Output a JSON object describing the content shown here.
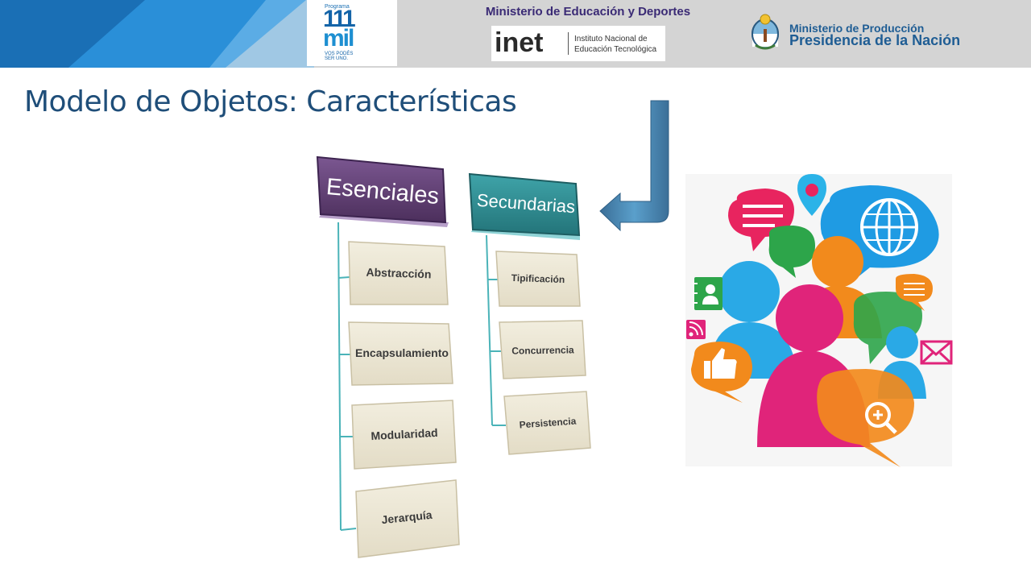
{
  "header": {
    "logo_programa": "Programa",
    "logo_number": "111",
    "logo_word": "mil",
    "logo_tagline_1": "VOS PODÉS",
    "logo_tagline_2": "SER UNO.",
    "ministerio_educacion": "Ministerio de Educación y Deportes",
    "inet_wordmark": "inet",
    "inet_line_1": "Instituto Nacional de",
    "inet_line_2": "Educación Tecnológica",
    "produccion_line_1": "Ministerio de Producción",
    "produccion_line_2": "Presidencia de la Nación"
  },
  "slide": {
    "title": "Modelo de Objetos: Características"
  },
  "diagram": {
    "esenciales": {
      "heading": "Esenciales",
      "items": [
        "Abstracción",
        "Encapsulamiento",
        "Modularidad",
        "Jerarquía"
      ]
    },
    "secundarias": {
      "heading": "Secundarias",
      "items": [
        "Tipificación",
        "Concurrencia",
        "Persistencia"
      ]
    }
  },
  "colors": {
    "esenciales_header": "#5f3d6f",
    "secundarias_header": "#2f8a8f",
    "card_fill": "#ebe5d3",
    "arrow": "#4a86b0",
    "title": "#1f4e79"
  },
  "icons": [
    "arrow-down-left-icon",
    "social-media-illustration",
    "argentina-seal-icon"
  ]
}
